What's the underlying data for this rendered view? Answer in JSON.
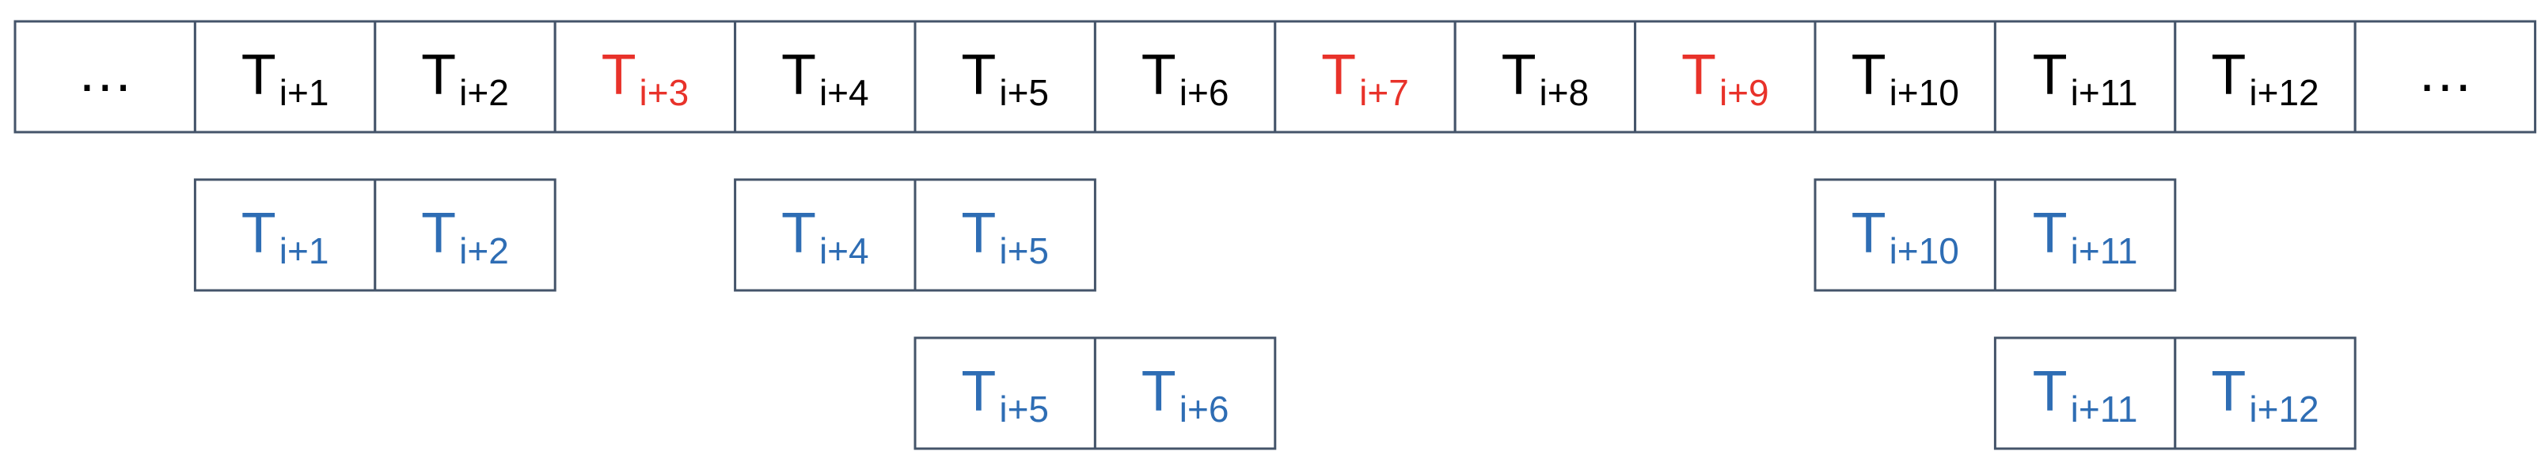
{
  "colors": {
    "normal": "#000000",
    "highlight": "#e8322a",
    "window": "#2e6db4",
    "border": "#44546a"
  },
  "sequence": [
    {
      "kind": "ellipsis",
      "text": "…"
    },
    {
      "kind": "token",
      "base": "T",
      "sub": "i+1",
      "color": "normal"
    },
    {
      "kind": "token",
      "base": "T",
      "sub": "i+2",
      "color": "normal"
    },
    {
      "kind": "token",
      "base": "T",
      "sub": "i+3",
      "color": "highlight"
    },
    {
      "kind": "token",
      "base": "T",
      "sub": "i+4",
      "color": "normal"
    },
    {
      "kind": "token",
      "base": "T",
      "sub": "i+5",
      "color": "normal"
    },
    {
      "kind": "token",
      "base": "T",
      "sub": "i+6",
      "color": "normal"
    },
    {
      "kind": "token",
      "base": "T",
      "sub": "i+7",
      "color": "highlight"
    },
    {
      "kind": "token",
      "base": "T",
      "sub": "i+8",
      "color": "normal"
    },
    {
      "kind": "token",
      "base": "T",
      "sub": "i+9",
      "color": "highlight"
    },
    {
      "kind": "token",
      "base": "T",
      "sub": "i+10",
      "color": "normal"
    },
    {
      "kind": "token",
      "base": "T",
      "sub": "i+11",
      "color": "normal"
    },
    {
      "kind": "token",
      "base": "T",
      "sub": "i+12",
      "color": "normal"
    },
    {
      "kind": "ellipsis",
      "text": "…"
    }
  ],
  "windows": [
    {
      "row": 1,
      "start_index": 1,
      "cells": [
        {
          "base": "T",
          "sub": "i+1"
        },
        {
          "base": "T",
          "sub": "i+2"
        }
      ]
    },
    {
      "row": 1,
      "start_index": 4,
      "cells": [
        {
          "base": "T",
          "sub": "i+4"
        },
        {
          "base": "T",
          "sub": "i+5"
        }
      ]
    },
    {
      "row": 1,
      "start_index": 10,
      "cells": [
        {
          "base": "T",
          "sub": "i+10"
        },
        {
          "base": "T",
          "sub": "i+11"
        }
      ]
    },
    {
      "row": 2,
      "start_index": 5,
      "cells": [
        {
          "base": "T",
          "sub": "i+5"
        },
        {
          "base": "T",
          "sub": "i+6"
        }
      ]
    },
    {
      "row": 2,
      "start_index": 11,
      "cells": [
        {
          "base": "T",
          "sub": "i+11"
        },
        {
          "base": "T",
          "sub": "i+12"
        }
      ]
    }
  ]
}
